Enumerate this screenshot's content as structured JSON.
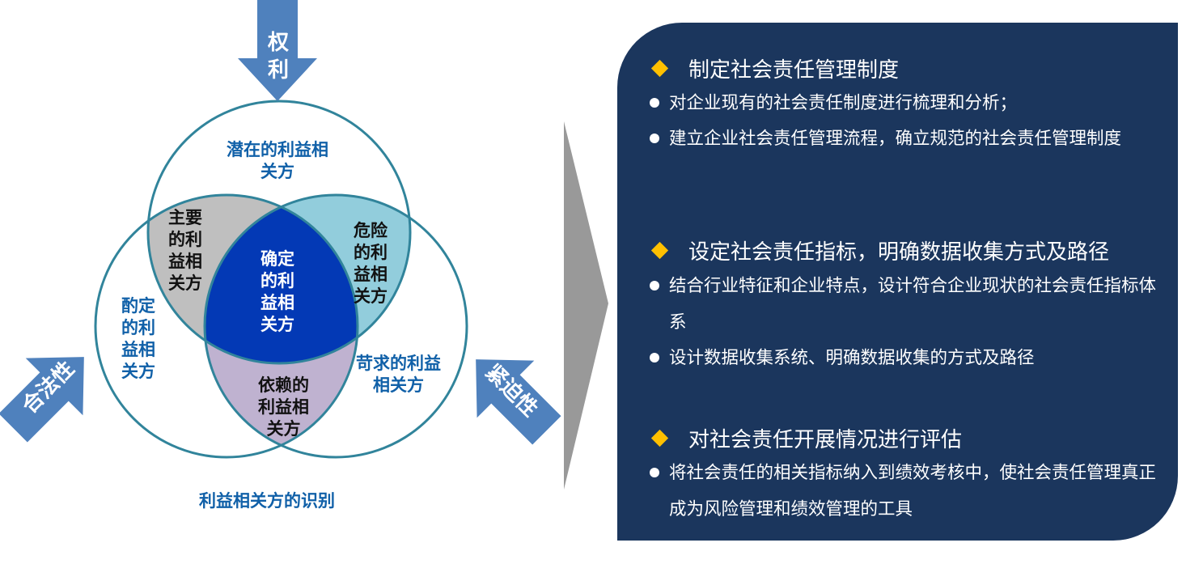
{
  "arrows": {
    "top": "权利",
    "left": "合法性",
    "right": "紧迫性"
  },
  "venn": {
    "top": "潜在的利益相关方",
    "left": "酌定的利益相关方",
    "right": "苛求的利益相关方",
    "top_left": "主要的利益相关方",
    "top_right": "危险的利益相关方",
    "left_right": "依赖的利益相关方",
    "center": "确定的利益相关方",
    "caption": "利益相关方的识别"
  },
  "colors": {
    "panel": "#1b365d",
    "diamond": "#ffc000",
    "center": "#0339b5",
    "gray": "#bfbfbf",
    "teal": "#92cddc",
    "purple": "#bfb2d0",
    "arrow": "#4f81bd"
  },
  "sections": [
    {
      "title": "制定社会责任管理制度",
      "bullets": [
        "对企业现有的社会责任制度进行梳理和分析；",
        "建立企业社会责任管理流程，确立规范的社会责任管理制度"
      ]
    },
    {
      "title": "设定社会责任指标，明确数据收集方式及路径",
      "bullets": [
        "结合行业特征和企业特点，设计符合企业现状的社会责任指标体系",
        "设计数据收集系统、明确数据收集的方式及路径"
      ]
    },
    {
      "title": "对社会责任开展情况进行评估",
      "bullets": [
        "将社会责任的相关指标纳入到绩效考核中，使社会责任管理真正成为风险管理和绩效管理的工具"
      ]
    }
  ]
}
